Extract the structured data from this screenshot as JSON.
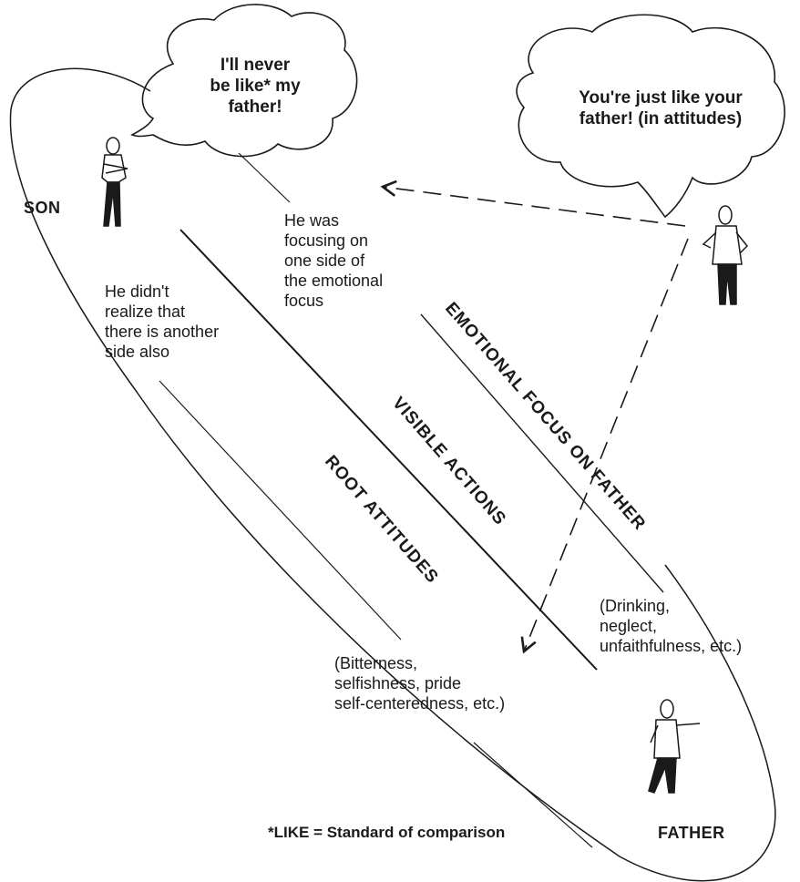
{
  "son_thought": "I'll never\nbe like* my\nfather!",
  "observer_thought": "You're just like your\nfather! (in attitudes)",
  "son_label": "SON",
  "father_label": "FATHER",
  "focus_note": "He was\nfocusing on\none side of\nthe emotional\nfocus",
  "realize_note": "He didn't\nrealize that\nthere is another\nside also",
  "axis_labels": {
    "emotional_focus": "EMOTIONAL FOCUS ON FATHER",
    "visible_actions": "VISIBLE ACTIONS",
    "root_attitudes": "ROOT ATTITUDES"
  },
  "visible_examples": "(Drinking,\nneglect,\nunfaithfulness, etc.)",
  "root_examples": "(Bitterness,\nselfishness, pride\nself-centeredness, etc.)",
  "footnote": "*LIKE = Standard of comparison",
  "colors": {
    "ink": "#1a1a1a",
    "paper": "#ffffff"
  }
}
